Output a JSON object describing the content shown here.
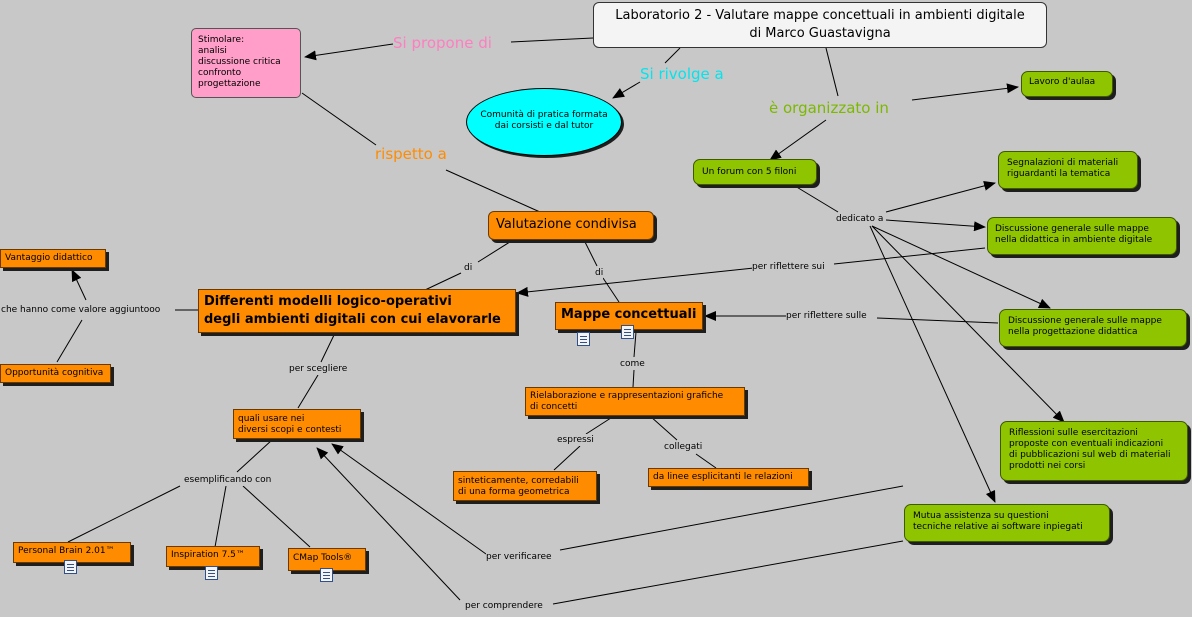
{
  "nodes": {
    "title": "Laboratorio 2 - Valutare mappe concettuali in ambienti digitale\ndi Marco Guastavigna",
    "stimolare": "Stimolare:\nanalisi\ndiscussione critica\nconfronto\nprogettazione",
    "comunita": "Comunità di pratica formata\ndai corsisti e dal tutor",
    "lavoro_aula": "Lavoro d'aulaa",
    "forum": "Un forum con 5 filoni",
    "segnalazioni": "Segnalazioni di materiali\nriguardanti la tematica",
    "discussione_didattica": "Discussione generale sulle mappe\nnella didattica in ambiente digitale",
    "discussione_progettazione": "Discussione generale sulle mappe\nnella progettazione didattica",
    "riflessioni": "Riflessioni sulle esercitazioni\n proposte con eventuali indicazioni\ndi pubblicazioni sul web di materiali\nprodotti nei corsi",
    "mutua": "Mutua assistenza su questioni\ntecniche relative ai software inpiegati",
    "valutazione": "Valutazione condivisa",
    "modelli": "Differenti modelli logico-operativi\ndegli ambienti digitali con cui elavorarle",
    "mappe": "Mappe concettuali",
    "vantaggio": "Vantaggio didattico",
    "opportunita": "Opportunità cognitiva",
    "rielaborazione": "Rielaborazione e rappresentazioni grafiche\ndi concetti",
    "sinteticamente": "sinteticamente, corredabili\ndi una forma geometrica",
    "linee": "da linee esplicitanti le relazioni",
    "quali": "quali usare nei\ndiversi scopi e contesti",
    "personal_brain": "Personal Brain 2.01™",
    "inspiration": "Inspiration 7.5™",
    "cmap": "CMap Tools®"
  },
  "labels": {
    "si_propone": "Si propone di",
    "si_rivolge": "Si rivolge a",
    "organizzato": "è organizzato in",
    "rispetto": "rispetto a",
    "dedicato": "dedicato a",
    "di_left": "di",
    "di_right": "di",
    "per_riflettere_sui": "per riflettere sui",
    "per_riflettere_sulle": "per riflettere sulle",
    "valore": "che hanno come valore aggiuntooo",
    "per_scegliere": "per scegliere",
    "come": "come",
    "espressi": "espressi",
    "collegati": "collegati",
    "esemplificando": "esemplificando con",
    "per_verificare": "per verificaree",
    "per_comprendere": "per comprendere"
  },
  "colors": {
    "background": "#c8c8c8",
    "orange_node": "#ff8c00",
    "green_node": "#8fc400",
    "pink_node": "#ff9ec8",
    "cyan_node": "#00ffff",
    "label_pink": "#ff7ec0",
    "label_cyan": "#00e5ee",
    "label_green": "#7cb800",
    "label_orange": "#ff8c00"
  },
  "icons": [
    "document-icon",
    "concept-map-icon"
  ]
}
